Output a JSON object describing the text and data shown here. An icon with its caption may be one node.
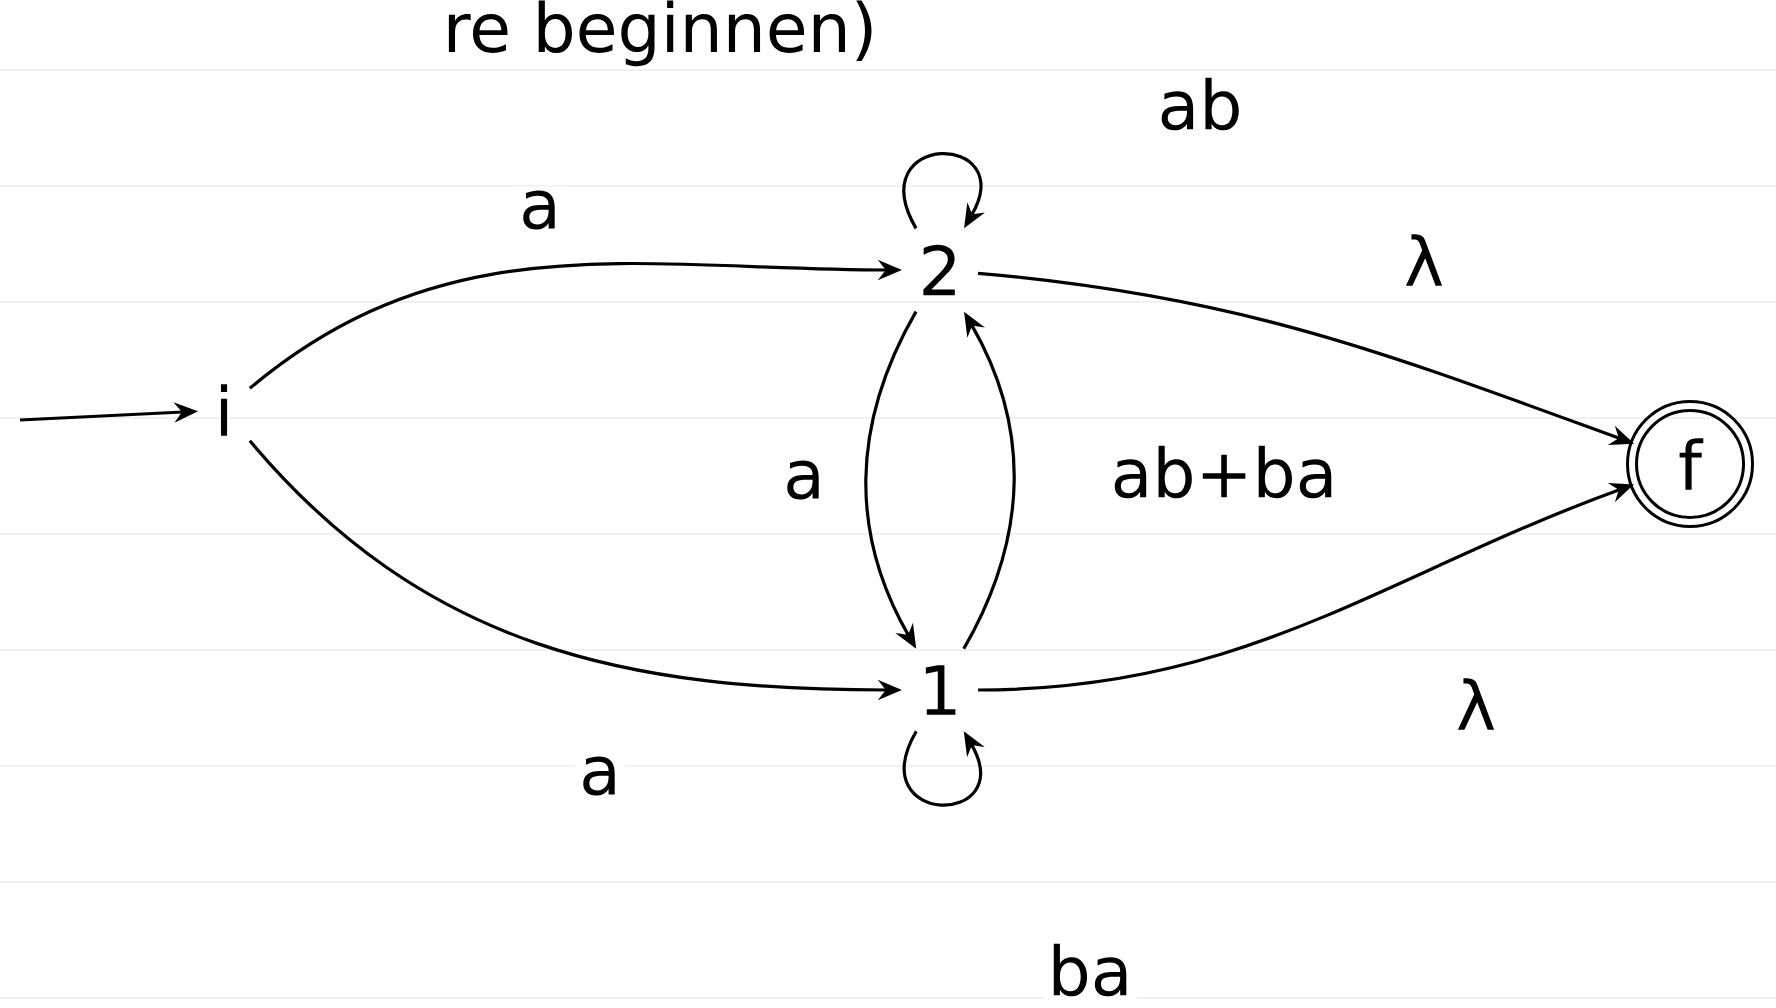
{
  "diagram": {
    "nodes": [
      {
        "text": [
          "i"
        ]
      },
      {
        "text": [
          "2"
        ]
      },
      {
        "text": [
          "1"
        ]
      },
      {
        "text": [
          "f"
        ]
      }
    ],
    "edges": [
      {
        "from": null,
        "to": 0,
        "arrow": "to"
      },
      {
        "from": 0,
        "to": 1,
        "arrow": "to",
        "label": "a"
      },
      {
        "from": 0,
        "to": 2,
        "arrow": "to",
        "label": "a"
      },
      {
        "from": 1,
        "to": 1,
        "arrow": "to",
        "label": "ab"
      },
      {
        "from": 1,
        "to": 2,
        "arrow": "to",
        "label": "a"
      },
      {
        "from": 2,
        "to": 1,
        "arrow": "to",
        "label": "ab+ba"
      },
      {
        "from": 1,
        "to": 3,
        "arrow": "to",
        "label": "λ"
      },
      {
        "from": 2,
        "to": 3,
        "arrow": "to",
        "label": "λ"
      },
      {
        "from": 2,
        "to": 2,
        "arrow": "to",
        "label": "ba"
      }
    ],
    "labels": [
      "re beginnen)"
    ]
  }
}
